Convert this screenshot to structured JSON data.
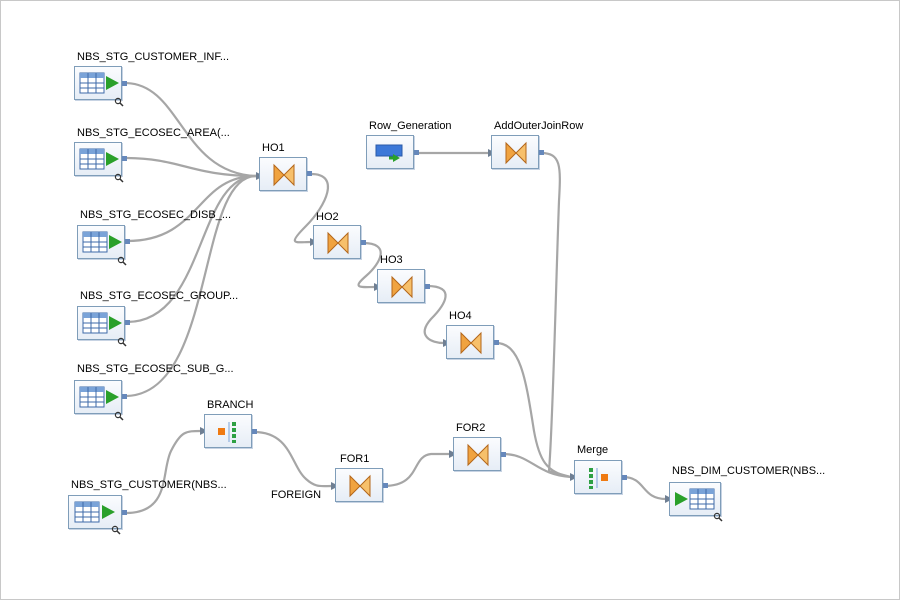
{
  "colors": {
    "wire": "#a6a6a6",
    "node_border": "#7f9db9",
    "port": "#6688bb",
    "play_green": "#2aa02a",
    "bowtie_orange": "#d5861f",
    "square_orange": "#ef7a12",
    "dot_green": "#2ea043"
  },
  "nodes": {
    "src1": {
      "label": "NBS_STG_CUSTOMER_INF...",
      "icon": "table-source-icon"
    },
    "src2": {
      "label": "NBS_STG_ECOSEC_AREA(...",
      "icon": "table-source-icon"
    },
    "src3": {
      "label": "NBS_STG_ECOSEC_DISB_...",
      "icon": "table-source-icon"
    },
    "src4": {
      "label": "NBS_STG_ECOSEC_GROUP...",
      "icon": "table-source-icon"
    },
    "src5": {
      "label": "NBS_STG_ECOSEC_SUB_G...",
      "icon": "table-source-icon"
    },
    "src6": {
      "label": "NBS_STG_CUSTOMER(NBS...",
      "icon": "table-source-icon"
    },
    "ho1": {
      "label": "HO1",
      "icon": "join-icon"
    },
    "ho2": {
      "label": "HO2",
      "icon": "join-icon"
    },
    "ho3": {
      "label": "HO3",
      "icon": "join-icon"
    },
    "ho4": {
      "label": "HO4",
      "icon": "join-icon"
    },
    "rowgen": {
      "label": "Row_Generation",
      "icon": "row-generator-icon"
    },
    "addouter": {
      "label": "AddOuterJoinRow",
      "icon": "join-icon"
    },
    "branch": {
      "label": "BRANCH",
      "icon": "branch-icon"
    },
    "for1": {
      "label": "FOR1",
      "icon": "join-icon"
    },
    "for2": {
      "label": "FOR2",
      "icon": "join-icon"
    },
    "merge": {
      "label": "Merge",
      "icon": "merge-icon"
    },
    "target": {
      "label": "NBS_DIM_CUSTOMER(NBS...",
      "icon": "table-target-icon"
    }
  },
  "link_labels": {
    "branch_for1": "FOREIGN"
  }
}
